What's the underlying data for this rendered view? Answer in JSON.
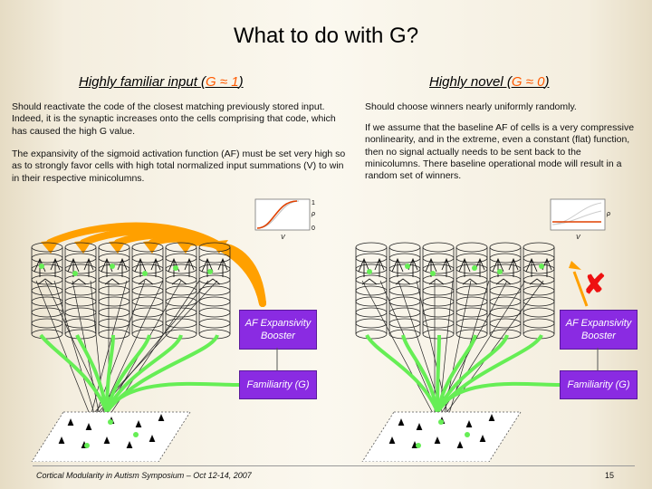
{
  "slide": {
    "title": "What to do with G?",
    "left_heading_prefix": "Highly familiar input (",
    "left_heading_g": "G ≈ 1",
    "left_heading_suffix": ")",
    "right_heading_prefix": "Highly novel (",
    "right_heading_g": "G ≈ 0",
    "right_heading_suffix": ")",
    "left_para1": "Should reactivate the code of the closest matching previously stored input. Indeed, it is the synaptic increases onto the cells comprising that code, which has caused the high G value.",
    "left_para2": "The expansivity of the sigmoid activation function (AF) must be set very high so as to strongly favor cells with high total normalized input summations (V) to win in their respective minicolumns.",
    "right_para1": "Should choose winners nearly uniformly randomly.",
    "right_para2": "If we assume that the baseline AF of cells is a very compressive nonlinearity, and in the extreme, even a constant (flat) function, then no signal actually needs to be sent back to the minicolumns. There baseline operational mode will result in a random set of winners.",
    "af_box_label": "AF Expansivity Booster",
    "familiarity_box_label": "Familiarity (G)",
    "footer": "Cortical Modularity in Autism Symposium – Oct 12-14, 2007",
    "page_number": "15",
    "inset_left": {
      "y_top": "1",
      "y_bottom": "0",
      "y_axis": "ρ",
      "x_axis": "V"
    },
    "inset_right": {
      "y_axis": "ρ",
      "x_axis": "V"
    },
    "no_signal_mark": "✘"
  },
  "colors": {
    "orange": "#ffa000",
    "green": "#66ee55",
    "purple": "#8a2be2",
    "red": "#ee1111"
  }
}
